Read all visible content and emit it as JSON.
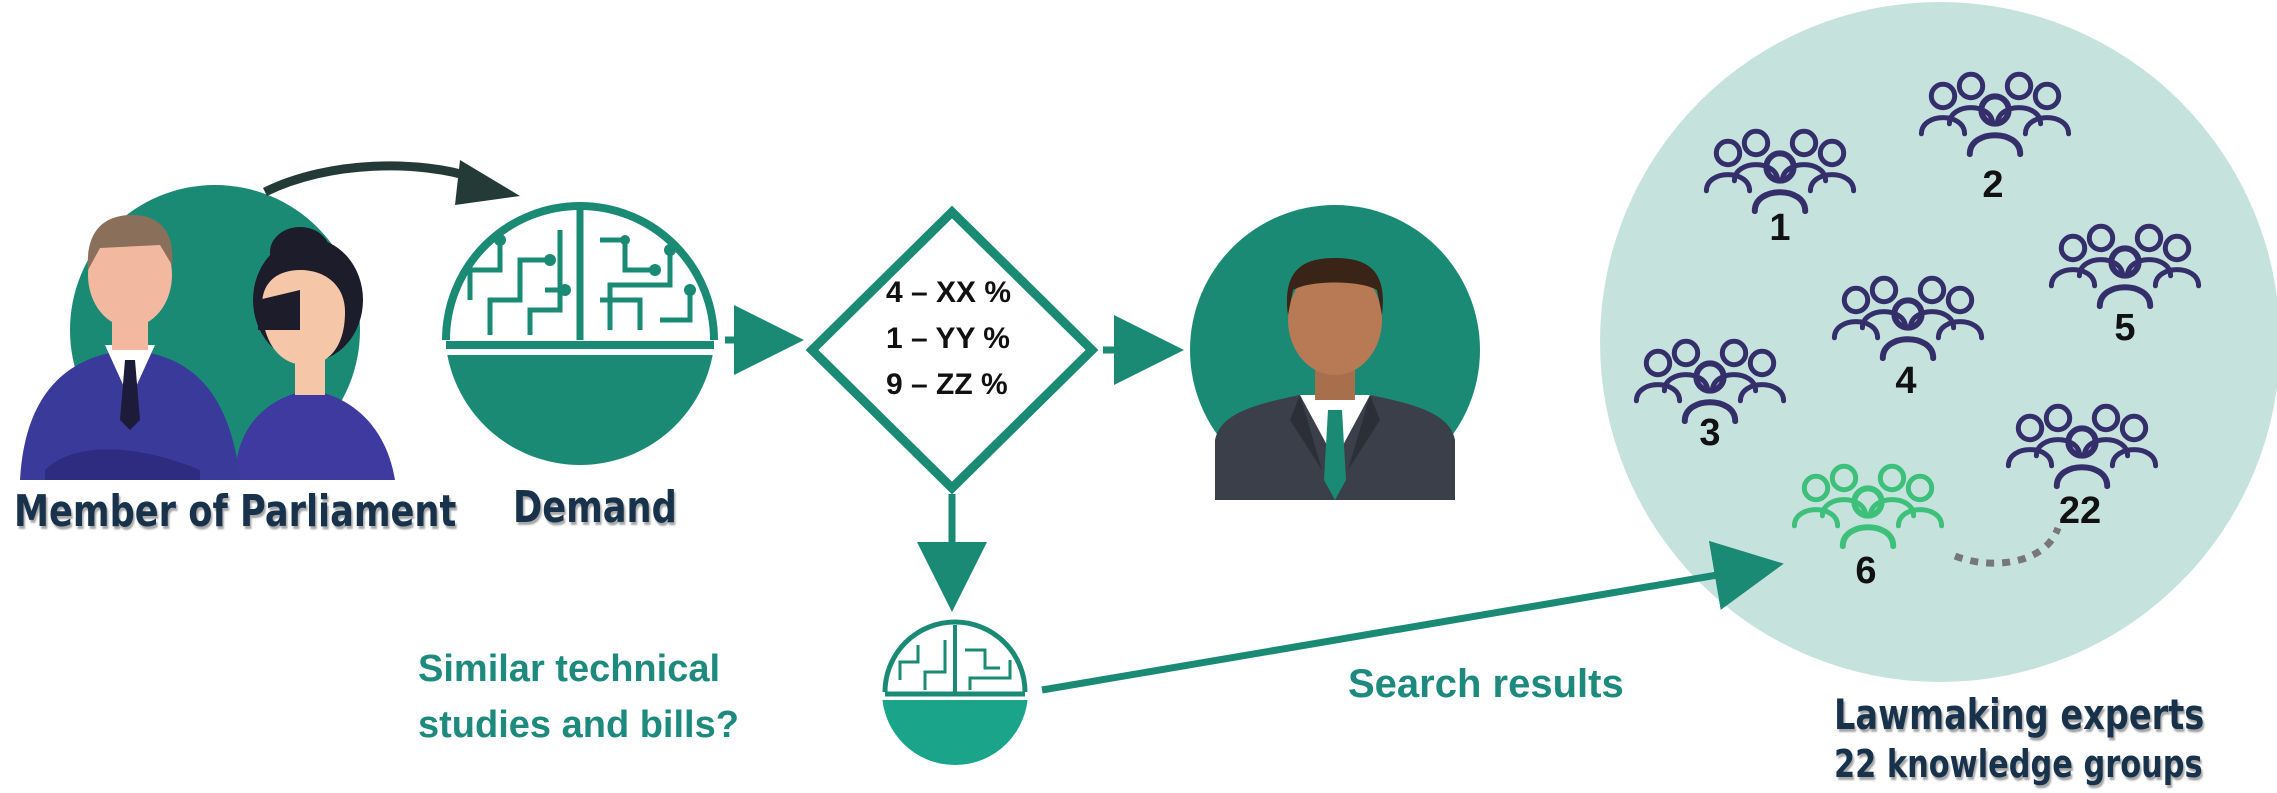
{
  "colors": {
    "teal": "#1a8a75",
    "teal_text": "#1e8a7e",
    "circle_bg": "#c6e2dc",
    "group_dark": "#342f6b",
    "group_highlight": "#3cc07a",
    "label_dark": "#17324a"
  },
  "actors": {
    "mp_label": "Member of Parliament",
    "demand_label": "Demand"
  },
  "scores": [
    "4 – XX %",
    "1 – YY %",
    "9 – ZZ %"
  ],
  "question": [
    "Similar technical",
    "studies and bills?"
  ],
  "search_label": "Search results",
  "experts": {
    "title": "Lawmaking experts",
    "subtitle": "22 knowledge groups"
  },
  "groups": [
    {
      "number": "1"
    },
    {
      "number": "2"
    },
    {
      "number": "3"
    },
    {
      "number": "4"
    },
    {
      "number": "5"
    },
    {
      "number": "6",
      "highlight": true
    },
    {
      "number": "22"
    }
  ],
  "icons": [
    "parliament-members-icon",
    "brain-circuit-icon",
    "expert-avatar-icon",
    "people-group-icon"
  ]
}
